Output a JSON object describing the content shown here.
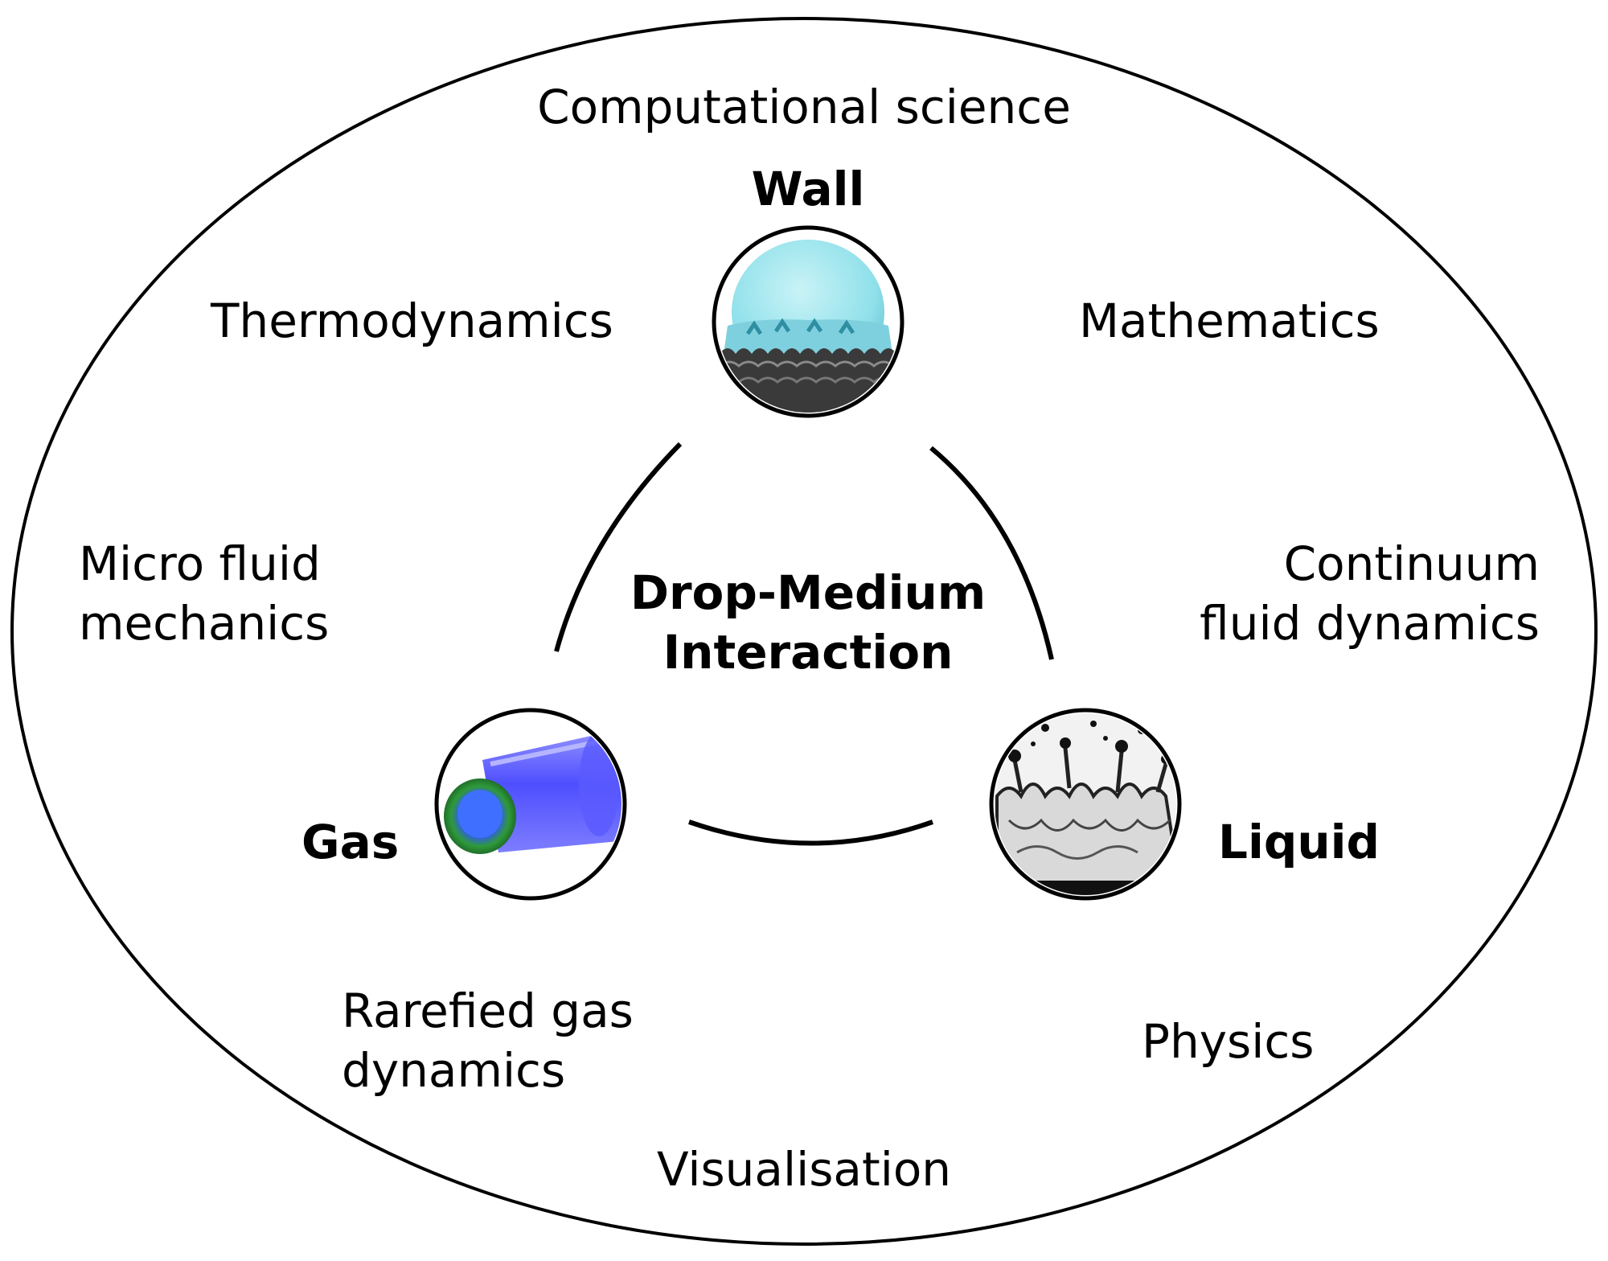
{
  "outer_label": "Computational science",
  "disciplines": {
    "thermodynamics": "Thermodynamics",
    "mathematics": "Mathematics",
    "micro_fluid": [
      "Micro fluid",
      "mechanics"
    ],
    "continuum": [
      "Continuum",
      "fluid dynamics"
    ],
    "rarefied": [
      "Rarefied gas",
      "dynamics"
    ],
    "physics": "Physics",
    "visualisation": "Visualisation"
  },
  "center": [
    "Drop-Medium",
    "Interaction"
  ],
  "media": {
    "wall": "Wall",
    "gas": "Gas",
    "liquid": "Liquid"
  },
  "colors": {
    "stroke": "#000000",
    "wall_drop": "#8fe0ea",
    "wall_surface": "#3a3a3a",
    "gas_tube": "#3b3bff",
    "gas_core": "#2f9a3a",
    "liquid_splash": "#222222"
  },
  "icons": {
    "wall": "droplet-on-rough-wall-icon",
    "gas": "droplet-in-gas-flow-icon",
    "liquid": "droplet-splash-on-liquid-icon"
  }
}
